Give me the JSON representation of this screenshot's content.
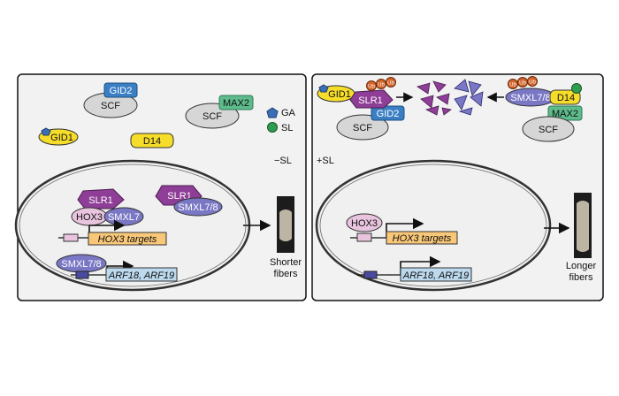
{
  "legend": {
    "ga": "GA",
    "sl": "SL"
  },
  "conditions": {
    "minus_sl": "−SL",
    "plus_sl": "+SL"
  },
  "left_panel": {
    "gid2": "GID2",
    "scf_top": "SCF",
    "max2": "MAX2",
    "scf_right": "SCF",
    "gid1": "GID1",
    "d14": "D14",
    "slr1_a": "SLR1",
    "hox3": "HOX3",
    "smxl7": "SMXL7",
    "slr1_b": "SLR1",
    "smxl78_a": "SMXL7/8",
    "hox3_targets": "HOX3 targets",
    "smxl78_b": "SMXL7/8",
    "arf": "ARF18, ARF19",
    "outcome_line1": "Shorter",
    "outcome_line2": "fibers"
  },
  "right_panel": {
    "gid1": "GID1",
    "slr1": "SLR1",
    "gid2": "GID2",
    "scf_left": "SCF",
    "smxl78": "SMXL7/8",
    "d14": "D14",
    "max2": "MAX2",
    "scf_right": "SCF",
    "ub": "Ub",
    "hox3": "HOX3",
    "hox3_targets": "HOX3 targets",
    "arf": "ARF18, ARF19",
    "outcome_line1": "Longer",
    "outcome_line2": "fibers"
  },
  "colors": {
    "scf": "#d6d6d6",
    "gid2": "#3a7fc4",
    "max2": "#5dbb8c",
    "d14": "#f6dd2a",
    "slr1": "#8e3e96",
    "hox3": "#e8c4de",
    "smxl": "#7a77c4",
    "hox3_target_box": "#f8c778",
    "arf_box": "#bcd9ee",
    "ub": "#d2642a",
    "ga": "#3a6fb8",
    "sl": "#2e9d4f",
    "nucleus": "#f0f0f0"
  }
}
